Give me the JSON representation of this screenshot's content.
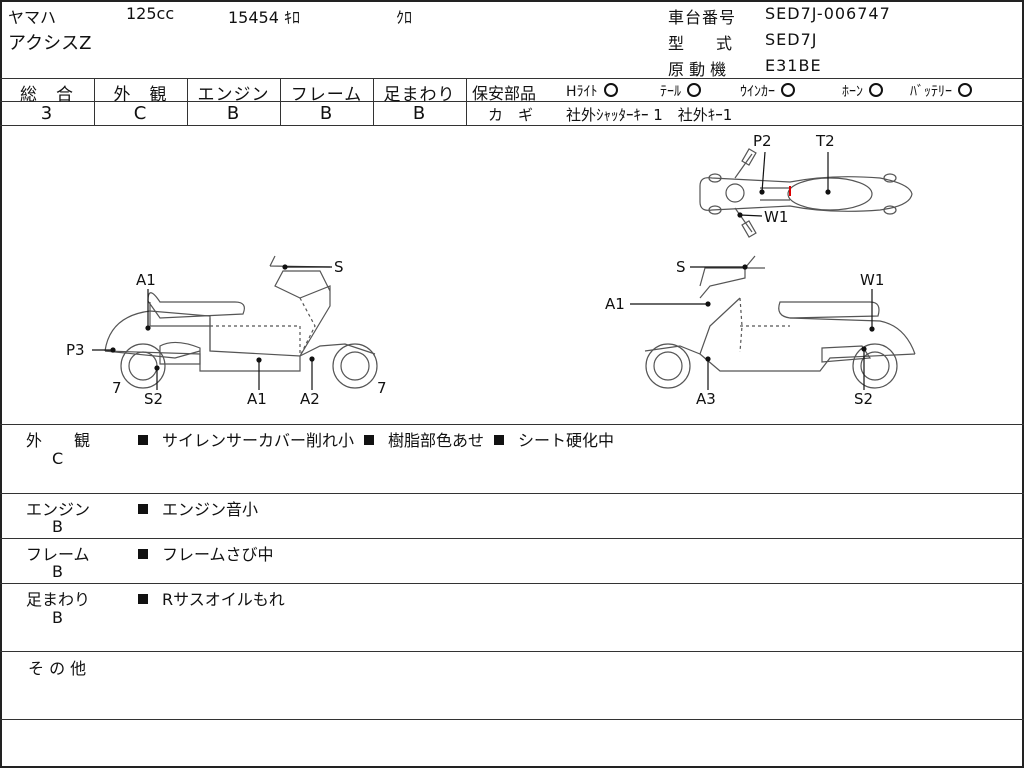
{
  "header": {
    "maker": "ヤマハ",
    "displacement": "125cc",
    "mileage": "15454 ｷﾛ",
    "color": "ｸﾛ",
    "model_name": "アクシスZ",
    "frame_no_label": "車台番号",
    "frame_no": "SED7J-006747",
    "type_label": "型　　式",
    "type_value": "SED7J",
    "engine_label": "原 動 機",
    "engine_value": "E31BE"
  },
  "grades": [
    {
      "label": "総　合",
      "value": "3"
    },
    {
      "label": "外　観",
      "value": "C"
    },
    {
      "label": "エンジン",
      "value": "B"
    },
    {
      "label": "フレーム",
      "value": "B"
    },
    {
      "label": "足まわり",
      "value": "B"
    }
  ],
  "safety": {
    "label": "保安部品",
    "items": [
      {
        "label": "Hﾗｲﾄ",
        "status": "O"
      },
      {
        "label": "ﾃｰﾙ",
        "status": "O"
      },
      {
        "label": "ｳｲﾝｶｰ",
        "status": "O"
      },
      {
        "label": "ﾎｰﾝ",
        "status": "O"
      },
      {
        "label": "ﾊﾞｯﾃﾘｰ",
        "status": "O"
      }
    ],
    "key_label": "カ　ギ",
    "key_value": "社外ｼｬｯﾀｰｷｰ 1　社外ｷｰ1"
  },
  "diagram": {
    "top_labels": [
      "P2",
      "T2",
      "W1"
    ],
    "left_labels": [
      "A1",
      "S",
      "P3",
      "7",
      "S2",
      "A1",
      "A2",
      "7"
    ],
    "right_labels": [
      "S",
      "W1",
      "A1",
      "A3",
      "S2"
    ]
  },
  "notes": [
    {
      "category": "外　　観",
      "grade": "C",
      "items": [
        "サイレンサーカバー削れ小",
        "樹脂部色あせ",
        "シート硬化中"
      ]
    },
    {
      "category": "エンジン",
      "grade": "B",
      "items": [
        "エンジン音小"
      ]
    },
    {
      "category": "フレーム",
      "grade": "B",
      "items": [
        "フレームさび中"
      ]
    },
    {
      "category": "足まわり",
      "grade": "B",
      "items": [
        "Rサスオイルもれ"
      ]
    },
    {
      "category": "そ の 他",
      "grade": "",
      "items": []
    }
  ]
}
